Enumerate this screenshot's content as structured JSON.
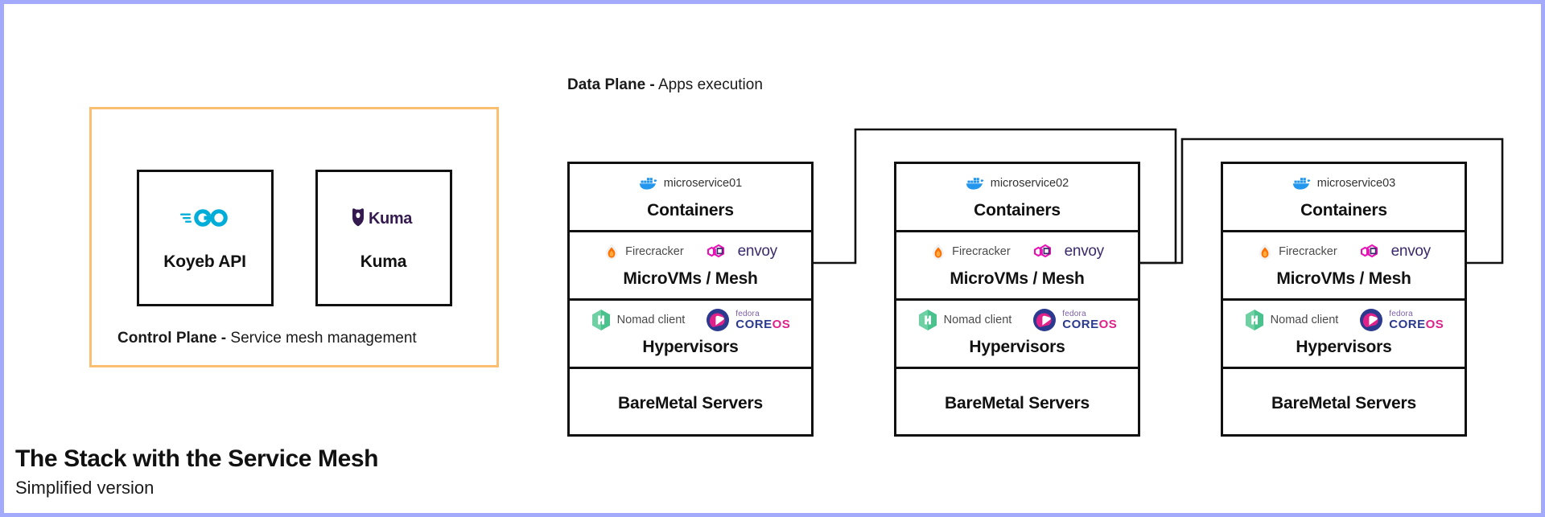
{
  "page": {
    "border_color": "#a3a9fb",
    "background": "#ffffff"
  },
  "control_plane": {
    "border_color": "#fbbf72",
    "caption_bold": "Control Plane -",
    "caption_rest": " Service mesh management",
    "boxes": [
      {
        "logo_icon": "go-logo-icon",
        "logo_text": "GO",
        "title": "Koyeb API",
        "color": "#00add8"
      },
      {
        "logo_icon": "kuma-logo-icon",
        "logo_text": "Kuma",
        "title": "Kuma",
        "color": "#341a4f"
      }
    ]
  },
  "data_plane": {
    "heading_bold": "Data Plane -",
    "heading_rest": " Apps execution",
    "stacks": [
      {
        "id": "stack-1",
        "layers": [
          {
            "title": "Containers",
            "badges": [
              {
                "icon": "docker-whale-icon",
                "label": "microservice01",
                "style": "docker"
              }
            ]
          },
          {
            "title": "MicroVMs / Mesh",
            "badges": [
              {
                "icon": "firecracker-flame-icon",
                "label": "Firecracker",
                "style": "plain"
              },
              {
                "icon": "envoy-hexagon-icon",
                "label": "envoy",
                "style": "envoy"
              }
            ]
          },
          {
            "title": "Hypervisors",
            "badges": [
              {
                "icon": "nomad-hexagon-icon",
                "label": "Nomad client",
                "style": "plain"
              },
              {
                "icon": "fedora-coreos-icon",
                "label": "fedora COREOS",
                "style": "coreos",
                "fedora": "fedora",
                "core": "CORE",
                "os": "OS"
              }
            ]
          },
          {
            "title": "BareMetal Servers",
            "badges": []
          }
        ]
      },
      {
        "id": "stack-2",
        "layers": [
          {
            "title": "Containers",
            "badges": [
              {
                "icon": "docker-whale-icon",
                "label": "microservice02",
                "style": "docker"
              }
            ]
          },
          {
            "title": "MicroVMs / Mesh",
            "badges": [
              {
                "icon": "firecracker-flame-icon",
                "label": "Firecracker",
                "style": "plain"
              },
              {
                "icon": "envoy-hexagon-icon",
                "label": "envoy",
                "style": "envoy"
              }
            ]
          },
          {
            "title": "Hypervisors",
            "badges": [
              {
                "icon": "nomad-hexagon-icon",
                "label": "Nomad client",
                "style": "plain"
              },
              {
                "icon": "fedora-coreos-icon",
                "label": "fedora COREOS",
                "style": "coreos",
                "fedora": "fedora",
                "core": "CORE",
                "os": "OS"
              }
            ]
          },
          {
            "title": "BareMetal Servers",
            "badges": []
          }
        ]
      },
      {
        "id": "stack-3",
        "layers": [
          {
            "title": "Containers",
            "badges": [
              {
                "icon": "docker-whale-icon",
                "label": "microservice03",
                "style": "docker"
              }
            ]
          },
          {
            "title": "MicroVMs / Mesh",
            "badges": [
              {
                "icon": "firecracker-flame-icon",
                "label": "Firecracker",
                "style": "plain"
              },
              {
                "icon": "envoy-hexagon-icon",
                "label": "envoy",
                "style": "envoy"
              }
            ]
          },
          {
            "title": "Hypervisors",
            "badges": [
              {
                "icon": "nomad-hexagon-icon",
                "label": "Nomad client",
                "style": "plain"
              },
              {
                "icon": "fedora-coreos-icon",
                "label": "fedora COREOS",
                "style": "coreos",
                "fedora": "fedora",
                "core": "CORE",
                "os": "OS"
              }
            ]
          },
          {
            "title": "BareMetal Servers",
            "badges": []
          }
        ]
      }
    ]
  },
  "footer": {
    "title": "The Stack with the Service Mesh",
    "subtitle": "Simplified version"
  }
}
